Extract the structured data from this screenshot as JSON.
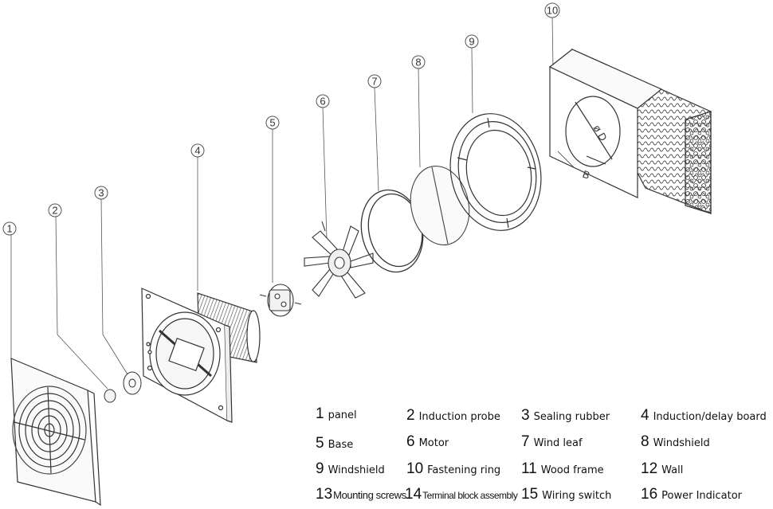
{
  "callouts": [
    "1",
    "2",
    "3",
    "4",
    "5",
    "6",
    "7",
    "8",
    "9",
    "10"
  ],
  "wall_marks": {
    "diameter": "ø D",
    "width": "B"
  },
  "legend": [
    {
      "num": "1",
      "label": "panel"
    },
    {
      "num": "2",
      "label": "Induction probe"
    },
    {
      "num": "3",
      "label": "Sealing rubber"
    },
    {
      "num": "4",
      "label": "Induction/delay board"
    },
    {
      "num": "5",
      "label": "Base"
    },
    {
      "num": "6",
      "label": "Motor"
    },
    {
      "num": "7",
      "label": "Wind leaf"
    },
    {
      "num": "8",
      "label": "Windshield"
    },
    {
      "num": "9",
      "label": "Windshield"
    },
    {
      "num": "10",
      "label": "Fastening ring"
    },
    {
      "num": "11",
      "label": "Wood frame"
    },
    {
      "num": "12",
      "label": "Wall"
    },
    {
      "num": "13",
      "label": "Mounting screws"
    },
    {
      "num": "14",
      "label": "Terminal block assembly"
    },
    {
      "num": "15",
      "label": "Wiring switch"
    },
    {
      "num": "16",
      "label": "Power Indicator"
    }
  ]
}
